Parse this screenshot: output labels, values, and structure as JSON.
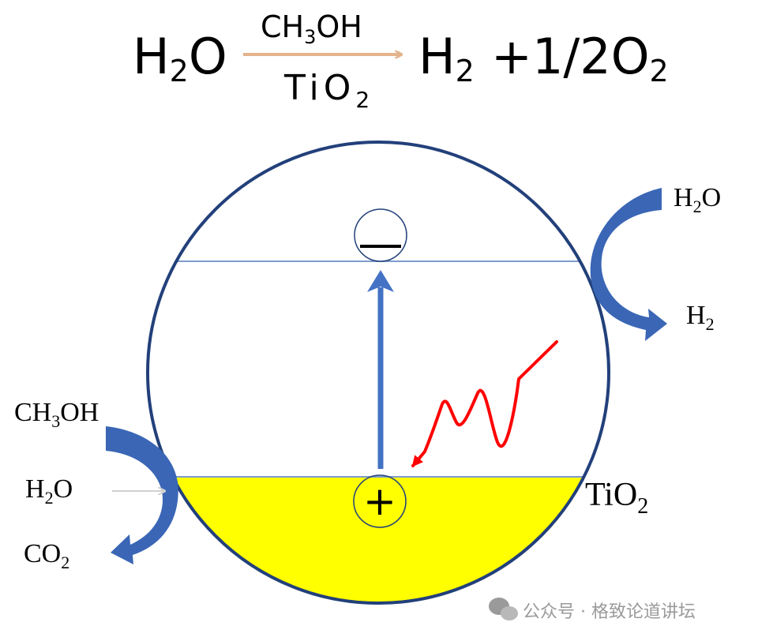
{
  "equation": {
    "reactant": {
      "base": "H",
      "sub": "2",
      "tail": "O"
    },
    "arrow_top": {
      "a": "CH",
      "sub": "3",
      "b": "OH"
    },
    "arrow_bottom": {
      "a": "TiO",
      "sub": "2"
    },
    "product1": {
      "base": "H",
      "sub": "2"
    },
    "product2": {
      "a": "+1/2O",
      "sub": "2"
    },
    "arrow_color": "#e3b38c"
  },
  "diagram": {
    "electron_symbol": "—",
    "hole_symbol": "+",
    "particle_label": {
      "a": "TiO",
      "sub": "2"
    },
    "right_in": {
      "a": "H",
      "sub": "2",
      "b": "O"
    },
    "right_out": {
      "a": "H",
      "sub": "2"
    },
    "left_in_1": {
      "a": "CH",
      "sub": "3",
      "b": "OH"
    },
    "left_in_2": {
      "a": "H",
      "sub": "2",
      "b": "O"
    },
    "left_out": {
      "a": "CO",
      "sub": "2"
    },
    "colors": {
      "circle_outline": "#22407a",
      "band_line": "#7f9ccb",
      "valence_fill": "#ffff00",
      "excitation_arrow": "#4472c4",
      "curved_arrow": "#3a66b5",
      "photon": "#ff0000",
      "faint_arrow": "#d0d0d0"
    }
  },
  "watermark": {
    "text": "公众号 · 格致论道讲坛",
    "icon": "wechat-icon"
  }
}
